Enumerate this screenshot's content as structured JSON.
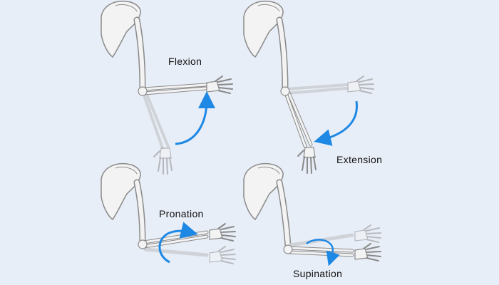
{
  "colors": {
    "background": "#e8eef7",
    "bone_fill": "#f3f3f3",
    "bone_stroke": "#8a8a8a",
    "ghost_bone": "#cfd3d8",
    "arrow": "#1e88e5",
    "label_text": "#111111"
  },
  "panels": [
    {
      "id": "flexion",
      "label": "Flexion"
    },
    {
      "id": "extension",
      "label": "Extension"
    },
    {
      "id": "pronation",
      "label": "Pronation"
    },
    {
      "id": "supination",
      "label": "Supination"
    }
  ]
}
